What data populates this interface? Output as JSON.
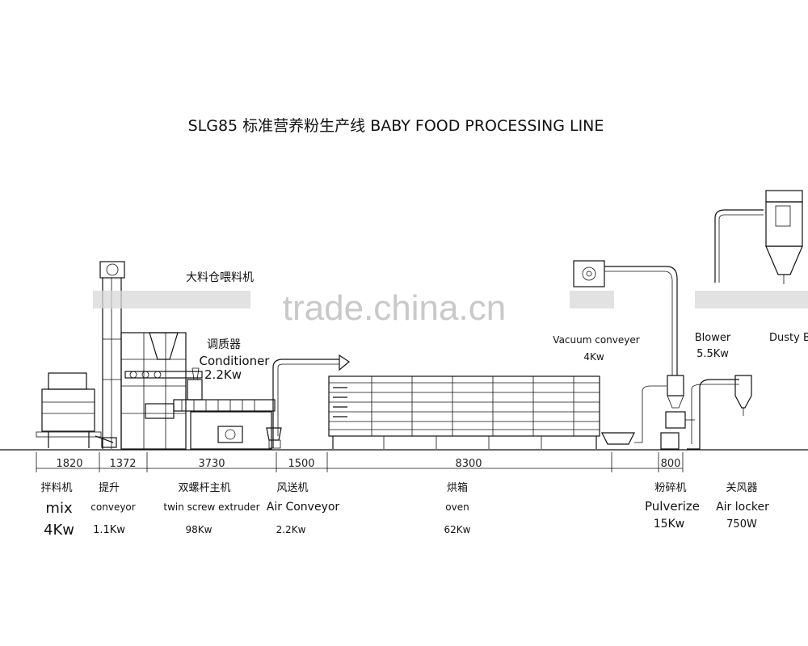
{
  "title": "SLG85 标准营养粉生产线 BABY FOOD   PROCESSING LINE",
  "watermark": "trade.china.cn",
  "dimensions": [
    "1820",
    "1372",
    "3730",
    "1500",
    "8300",
    "800"
  ],
  "equipment": [
    {
      "cn": "拌料机",
      "en": "mix",
      "power": "4Kw"
    },
    {
      "cn": "提升",
      "en": "conveyor",
      "power": "1.1Kw"
    },
    {
      "cn": "双螺杆主机",
      "en": "twin screw extruder",
      "power": "98Kw"
    },
    {
      "cn": "风送机",
      "en": "Air Conveyor",
      "power": "2.2Kw"
    },
    {
      "cn": "烘箱",
      "en": "oven",
      "power": "62Kw"
    },
    {
      "cn": "粉碎机",
      "en": "Pulverize",
      "power": "15Kw"
    },
    {
      "cn": "关风器",
      "en": "Air locker",
      "power": "750W"
    }
  ],
  "callouts": {
    "hopper_cn": "大料仓喂料机",
    "conditioner_cn": "调质器",
    "conditioner_en": "Conditioner",
    "conditioner_power": "2.2Kw",
    "vacuum_en": "Vacuum conveyer",
    "vacuum_power": "4Kw",
    "blower_en": "Blower",
    "blower_power": "5.5Kw",
    "dusty_en": "Dusty Bag"
  },
  "colors": {
    "line": "#111111",
    "watermark": "#c9c9c9"
  }
}
